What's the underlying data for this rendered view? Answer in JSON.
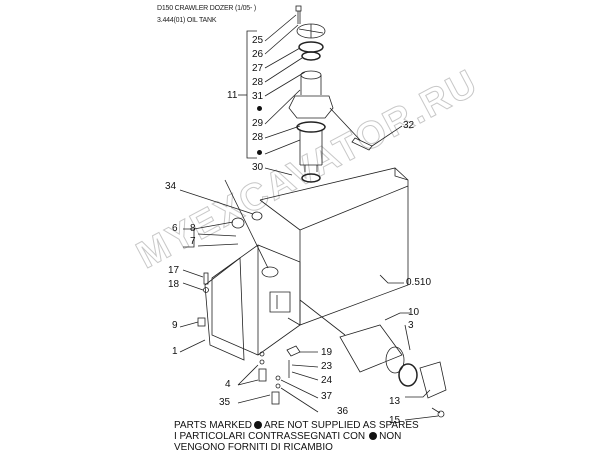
{
  "header": {
    "model": "D150 CRAWLER DOZER (1/05- )",
    "section": "3.444(01) OIL TANK"
  },
  "watermark": "MYEXCAVATOR.RU",
  "callouts": {
    "c25": "25",
    "c26": "26",
    "c27": "27",
    "c28a": "28",
    "c31": "31",
    "c29": "29",
    "c28b": "28",
    "c30": "30",
    "c11": "11",
    "c32": "32",
    "c34": "34",
    "c6": "6",
    "c8": "8",
    "c7": "7",
    "c17": "17",
    "c18": "18",
    "c0510": "0.510",
    "c9": "9",
    "c1": "1",
    "c10": "10",
    "c3": "3",
    "c19": "19",
    "c23": "23",
    "c24": "24",
    "c4": "4",
    "c37": "37",
    "c35": "35",
    "c36": "36",
    "c13": "13",
    "c15": "15"
  },
  "notes": {
    "line1_a": "PARTS MARKED",
    "line1_b": "ARE NOT SUPPLIED AS SPARES",
    "line2_a": "I  PARTICOLARI  CONTRASSEGNATI  CON",
    "line2_b": "NON",
    "line3": "VENGONO FORNITI DI RICAMBIO"
  }
}
